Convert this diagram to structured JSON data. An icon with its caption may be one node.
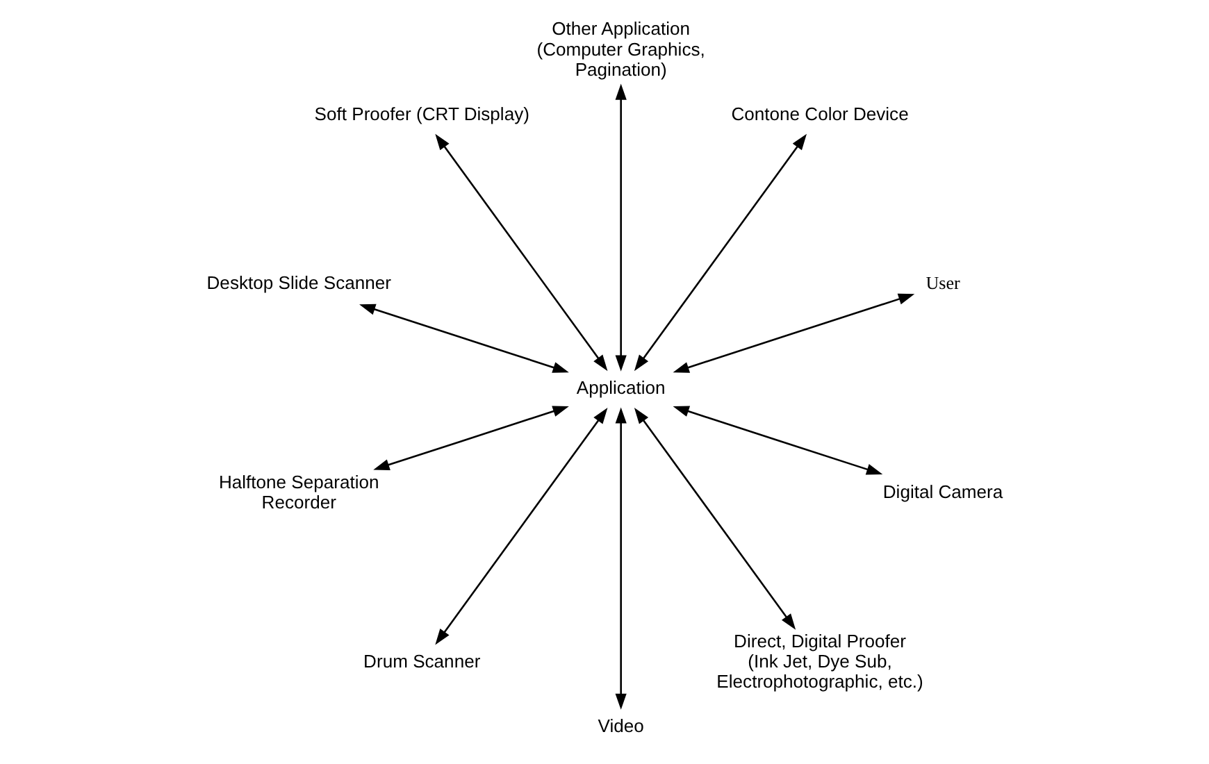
{
  "diagram": {
    "nodes": [
      {
        "text": [
          "User"
        ]
      },
      {
        "text": [
          "Contone Color Device"
        ]
      },
      {
        "text": [
          "Other Application (Computer Graphics, Pagination)"
        ]
      },
      {
        "text": [
          "Application"
        ]
      },
      {
        "text": [
          "Soft Proofer (CRT Display)"
        ]
      },
      {
        "text": [
          "Desktop Slide Scanner"
        ]
      },
      {
        "text": [
          "Halftone Separation Recorder"
        ]
      },
      {
        "text": [
          "Drum Scanner"
        ]
      },
      {
        "text": [
          "Video"
        ]
      },
      {
        "text": [
          "Direct, Digital Proofer (Ink Jet, Dye Sub, Electrophotographic, etc.)"
        ]
      },
      {
        "text": [
          "Digital Camera"
        ]
      }
    ],
    "edges": [
      {
        "from": 3,
        "to": 0,
        "arrow": "both"
      },
      {
        "from": 3,
        "to": 1,
        "arrow": "both"
      },
      {
        "from": 3,
        "to": 2,
        "arrow": "both"
      },
      {
        "from": 3,
        "to": 4,
        "arrow": "both"
      },
      {
        "from": 3,
        "to": 5,
        "arrow": "both"
      },
      {
        "from": 3,
        "to": 6,
        "arrow": "both"
      },
      {
        "from": 3,
        "to": 7,
        "arrow": "both"
      },
      {
        "from": 3,
        "to": 8,
        "arrow": "both"
      },
      {
        "from": 3,
        "to": 9,
        "arrow": "both"
      },
      {
        "from": 3,
        "to": 10,
        "arrow": "both"
      }
    ]
  }
}
